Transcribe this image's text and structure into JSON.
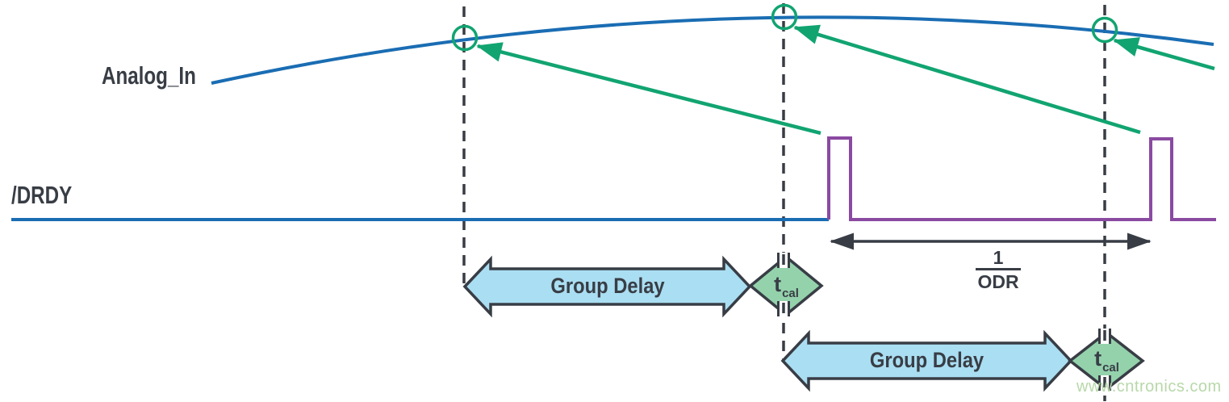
{
  "diagram": {
    "labels": {
      "analog_in": "Analog_In",
      "drdy": "/DRDY",
      "group_delay_1": "Group Delay",
      "group_delay_2": "Group Delay",
      "tcal_1_base": "t",
      "tcal_1_sub": "cal",
      "tcal_2_base": "t",
      "tcal_2_sub": "cal",
      "odr_numerator": "1",
      "odr_denominator": "ODR"
    },
    "watermark": "www.cntronics.com",
    "colors": {
      "blue": "#1a6db3",
      "green": "#11a471",
      "purple": "#8a4aa1",
      "dark": "#383d45",
      "arrow_fill": "#aadef2",
      "tcal_fill": "#94d2ac",
      "watermark": "#b5d6a6"
    }
  }
}
